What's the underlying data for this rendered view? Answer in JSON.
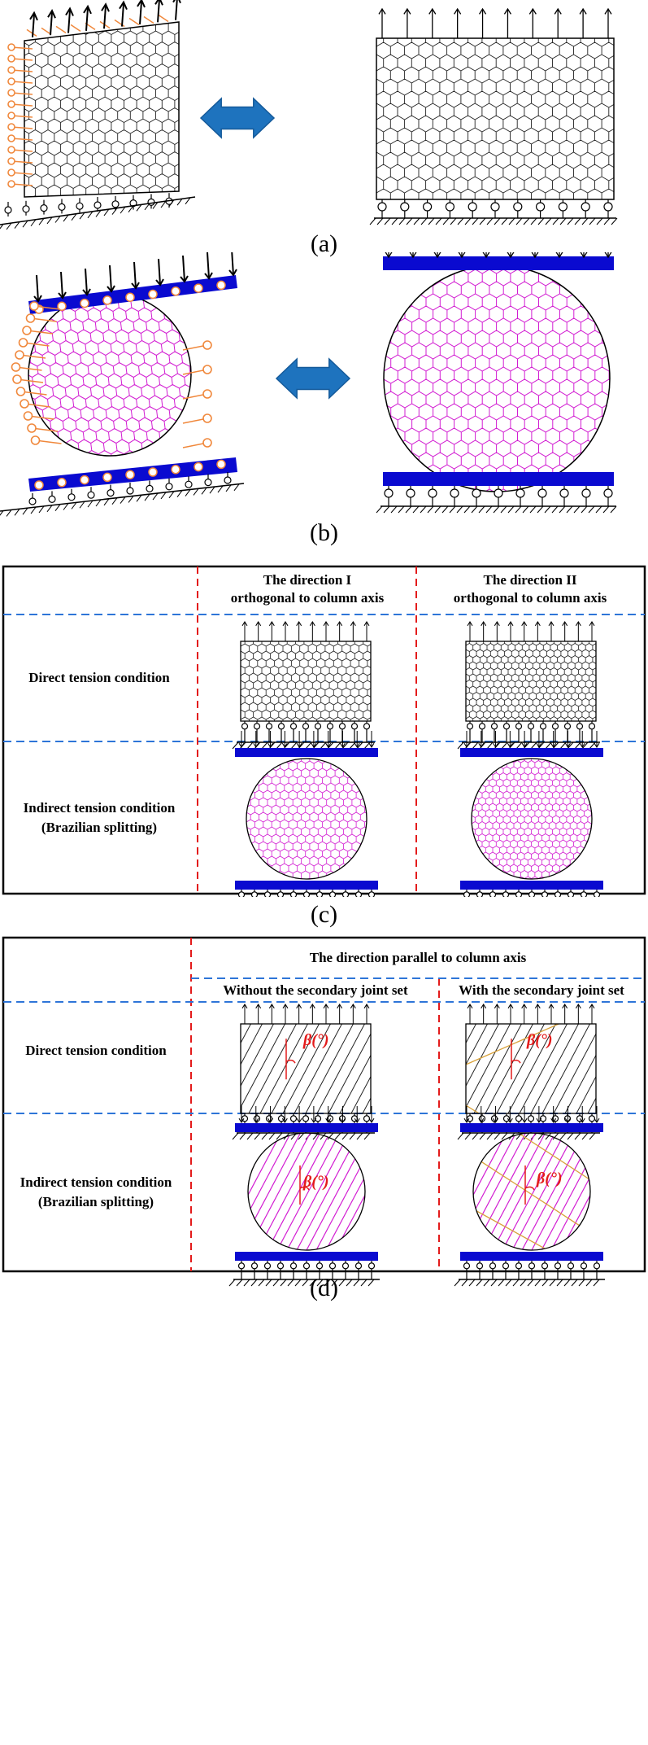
{
  "captions": {
    "a": "(a)",
    "b": "(b)",
    "c": "(c)",
    "d": "(d)"
  },
  "table_c": {
    "col1_line1": "The direction I",
    "col1_line2": "orthogonal to column axis",
    "col2_line1": "The direction II",
    "col2_line2": "orthogonal to column axis",
    "row1": "Direct tension condition",
    "row2_line1": "Indirect tension condition",
    "row2_line2": "(Brazilian splitting)"
  },
  "table_d": {
    "header": "The direction parallel to column axis",
    "col1": "Without the secondary joint set",
    "col2": "With the secondary joint set",
    "row1": "Direct tension condition",
    "row2_line1": "Indirect tension condition",
    "row2_line2": "(Brazilian splitting)",
    "angle_label": "β(°)"
  },
  "colors": {
    "hex_black": "#222222",
    "hex_magenta": "#d21ed2",
    "spring_orange": "#f0883c",
    "platen_blue": "#0a0ad0",
    "arrow_blue": "#1e73be",
    "divider_red": "#e31b1b",
    "divider_blue": "#2e75d8"
  }
}
